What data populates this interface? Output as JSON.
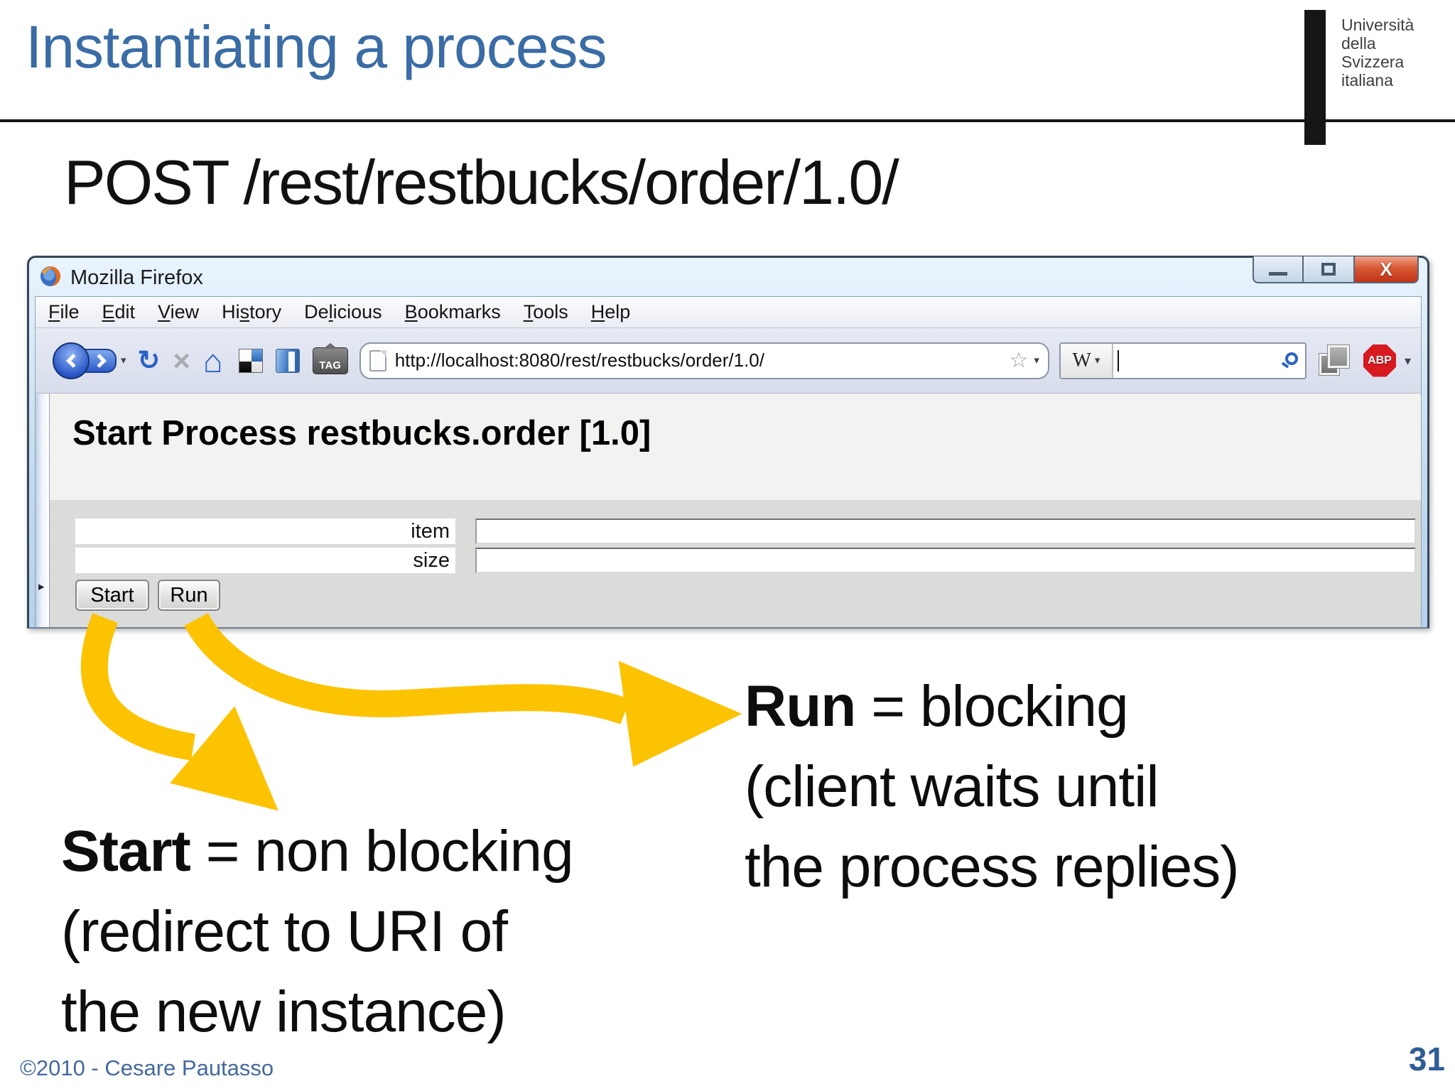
{
  "slide": {
    "title": "Instantiating a process",
    "post_heading": "POST /rest/restbucks/order/1.0/",
    "logo_lines": {
      "0": "Università",
      "1": "della",
      "2": "Svizzera",
      "3": "italiana"
    },
    "footer": "©2010 - Cesare Pautasso",
    "page_number": "31",
    "annotations": {
      "run": {
        "term": "Run",
        "definition": " = blocking",
        "line2": "(client waits until",
        "line3": "the process replies)"
      },
      "start": {
        "term": "Start",
        "definition": " = non blocking",
        "line2": "(redirect to URI of",
        "line3": "the new instance)"
      }
    },
    "colors": {
      "title_blue": "#3a6ca5",
      "arrow_yellow": "#fcc303",
      "footer_blue": "#44699d"
    }
  },
  "browser": {
    "window_title": "Mozilla Firefox",
    "window_controls": {
      "close_glyph": "X"
    },
    "menu": [
      {
        "pre": "",
        "key": "F",
        "post": "ile"
      },
      {
        "pre": "",
        "key": "E",
        "post": "dit"
      },
      {
        "pre": "",
        "key": "V",
        "post": "iew"
      },
      {
        "pre": "Hi",
        "key": "s",
        "post": "tory"
      },
      {
        "pre": "De",
        "key": "l",
        "post": "icious"
      },
      {
        "pre": "",
        "key": "B",
        "post": "ookmarks"
      },
      {
        "pre": "",
        "key": "T",
        "post": "ools"
      },
      {
        "pre": "",
        "key": "H",
        "post": "elp"
      }
    ],
    "toolbar": {
      "url": "http://localhost:8080/rest/restbucks/order/1.0/",
      "search_value": "",
      "search_engine_initial": "W",
      "glyphs": {
        "refresh": "↻",
        "stop": "×",
        "home": "⌂",
        "star": "☆",
        "caret": "▾",
        "tag": "TAG",
        "abp": "ABP",
        "sidebar_arrow": "▸"
      }
    },
    "page": {
      "heading": "Start Process restbucks.order [1.0]",
      "fields": [
        {
          "label": "item",
          "value": ""
        },
        {
          "label": "size",
          "value": ""
        }
      ],
      "buttons": [
        {
          "label": "Start"
        },
        {
          "label": "Run"
        }
      ]
    }
  }
}
